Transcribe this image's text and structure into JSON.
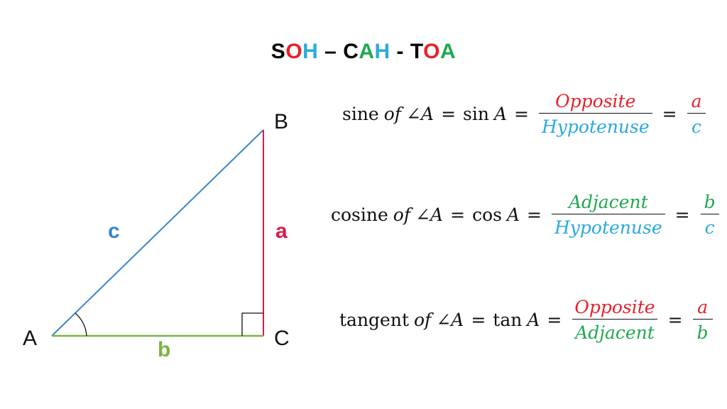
{
  "title": {
    "segments": [
      {
        "text": "S",
        "color": "#000000"
      },
      {
        "text": "O",
        "color": "#e8202a"
      },
      {
        "text": "H",
        "color": "#29a9e0"
      },
      {
        "text": " – ",
        "color": "#000000"
      },
      {
        "text": "C",
        "color": "#000000"
      },
      {
        "text": "A",
        "color": "#1fa84f"
      },
      {
        "text": "H",
        "color": "#29a9e0"
      },
      {
        "text": " - ",
        "color": "#000000"
      },
      {
        "text": "T",
        "color": "#000000"
      },
      {
        "text": "O",
        "color": "#e8202a"
      },
      {
        "text": "A",
        "color": "#1fa84f"
      }
    ]
  },
  "triangle": {
    "vertices": {
      "A": "A",
      "B": "B",
      "C": "C"
    },
    "sides": {
      "a": "a",
      "b": "b",
      "c": "c"
    },
    "colors": {
      "a": "#d81b4a",
      "b": "#7cb342",
      "c": "#3a86c8"
    }
  },
  "colors": {
    "opposite": "#e8202a",
    "hypotenuse": "#29a9e0",
    "adjacent": "#1fa84f"
  },
  "equations": {
    "sine": {
      "word": "sine",
      "of": "of",
      "angle": "∠A",
      "eq": "=",
      "fn": "sin",
      "var": "A",
      "num": "Opposite",
      "den": "Hypotenuse",
      "num2": "a",
      "den2": "c"
    },
    "cosine": {
      "word": "cosine",
      "of": "of",
      "angle": "∠A",
      "eq": "=",
      "fn": "cos",
      "var": "A",
      "num": "Adjacent",
      "den": "Hypotenuse",
      "num2": "b",
      "den2": "c"
    },
    "tangent": {
      "word": "tangent",
      "of": "of",
      "angle": "∠A",
      "eq": "=",
      "fn": "tan",
      "var": "A",
      "num": "Opposite",
      "den": "Adjacent",
      "num2": "a",
      "den2": "b"
    }
  }
}
